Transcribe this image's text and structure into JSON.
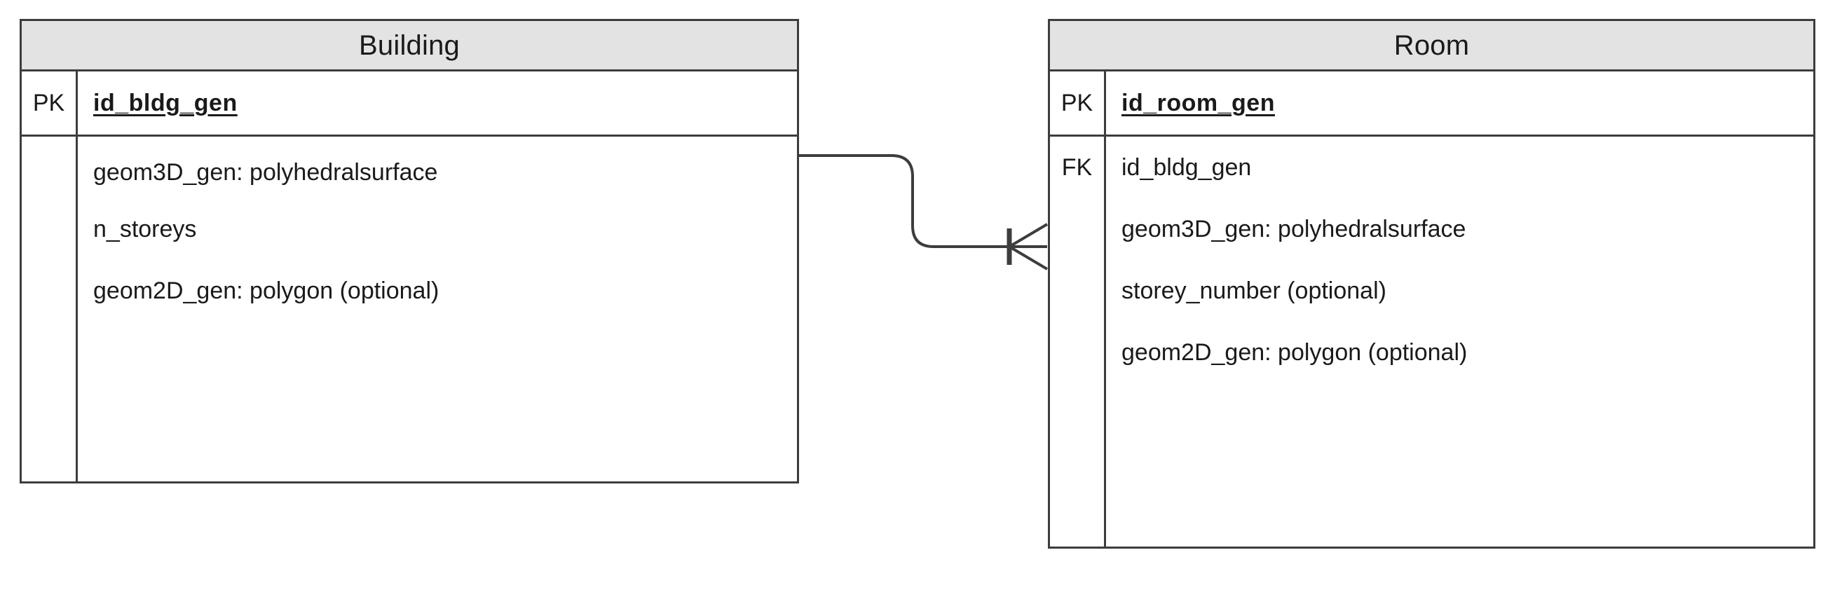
{
  "diagram": {
    "type": "entity-relationship-diagram",
    "notation": "crow's-foot",
    "background_color": "#ffffff",
    "border_color": "#3d3d3d",
    "header_fill": "#e3e3e3",
    "text_color": "#1a1a1a"
  },
  "entities": [
    {
      "id": "building",
      "title": "Building",
      "key_rows": [
        {
          "key": "PK",
          "name": "id_bldg_gen",
          "emphasis": "bold-underline"
        }
      ],
      "attributes": [
        "geom3D_gen: polyhedralsurface",
        "n_storeys",
        "geom2D_gen: polygon (optional)"
      ]
    },
    {
      "id": "room",
      "title": "Room",
      "key_rows": [
        {
          "key": "PK",
          "name": "id_room_gen",
          "emphasis": "bold-underline"
        },
        {
          "key": "FK",
          "name": "id_bldg_gen",
          "emphasis": "none"
        }
      ],
      "attributes": [
        "geom3D_gen: polyhedralsurface",
        "storey_number (optional)",
        "geom2D_gen: polygon (optional)"
      ]
    }
  ],
  "relationship": {
    "from_entity": "Building",
    "from_attribute": "id_bldg_gen",
    "to_entity": "Room",
    "to_attribute": "id_bldg_gen",
    "source_cardinality": "one",
    "target_cardinality": "many",
    "target_marker": "crows-foot-one-to-many"
  }
}
